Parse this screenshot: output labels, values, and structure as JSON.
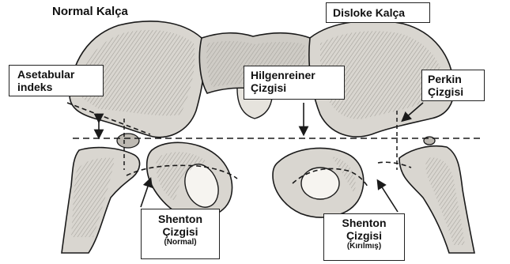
{
  "labels": {
    "normal_hip": "Normal Kalça",
    "dislocated_hip": "Disloke Kalça",
    "acetabular_index_line1": "Asetabular",
    "acetabular_index_line2": "indeks",
    "hilgenreiner_line1": "Hilgenreiner",
    "hilgenreiner_line2": "Çizgisi",
    "perkin_line1": "Perkin",
    "perkin_line2": "Çizgisi",
    "shenton_normal_line1": "Shenton",
    "shenton_normal_line2": "Çizgisi",
    "shenton_normal_sub": "(Normal)",
    "shenton_broken_line1": "Shenton",
    "shenton_broken_line2": "Çizgisi",
    "shenton_broken_sub": "(Kırılmış)"
  },
  "colors": {
    "ink": "#1a1a1a",
    "bone_fill": "#d9d6d0",
    "bone_shade": "#8d8a84",
    "label_bg": "#ffffff"
  }
}
